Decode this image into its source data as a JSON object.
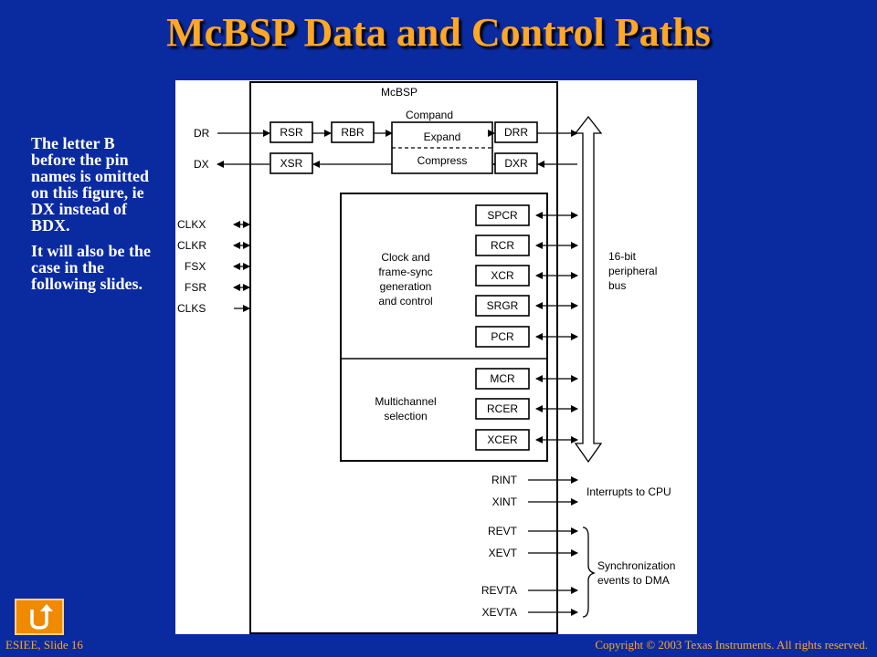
{
  "title": "McBSP Data and Control Paths",
  "notes": [
    "The letter B before the pin names is omitted on this figure, ie DX instead of BDX.",
    "It will also be the case in the following slides."
  ],
  "diagram": {
    "block_label": "McBSP",
    "pins_data": {
      "dr": "DR",
      "dx": "DX"
    },
    "pins_clock": {
      "clkx": "CLKX",
      "clkr": "CLKR",
      "fsx": "FSX",
      "fsr": "FSR",
      "clks": "CLKS"
    },
    "regs": {
      "rsr": "RSR",
      "rbr": "RBR",
      "xsr": "XSR",
      "drr": "DRR",
      "dxr": "DXR",
      "spcr": "SPCR",
      "rcr": "RCR",
      "xcr": "XCR",
      "srgr": "SRGR",
      "pcr": "PCR",
      "mcr": "MCR",
      "rcer": "RCER",
      "xcer": "XCER"
    },
    "compand": {
      "title": "Compand",
      "expand": "Expand",
      "compress": "Compress"
    },
    "clock_block": [
      "Clock and",
      "frame-sync",
      "generation",
      "and control"
    ],
    "multichannel_block": [
      "Multichannel",
      "selection"
    ],
    "bus_label": [
      "16-bit",
      "peripheral",
      "bus"
    ],
    "interrupts": {
      "rint": "RINT",
      "xint": "XINT",
      "label": "Interrupts to CPU"
    },
    "events": {
      "revt": "REVT",
      "xevt": "XEVT",
      "revta": "REVTA",
      "xevta": "XEVTA",
      "label": [
        "Synchronization",
        "events to DMA"
      ]
    }
  },
  "footer": {
    "left": "ESIEE, Slide 16",
    "right": "Copyright © 2003 Texas Instruments. All rights reserved."
  },
  "colors": {
    "background": "#0a2aa0",
    "title": "#ffa726",
    "accent": "#f08a00"
  },
  "icons": {
    "home": "return-arrow-icon"
  }
}
